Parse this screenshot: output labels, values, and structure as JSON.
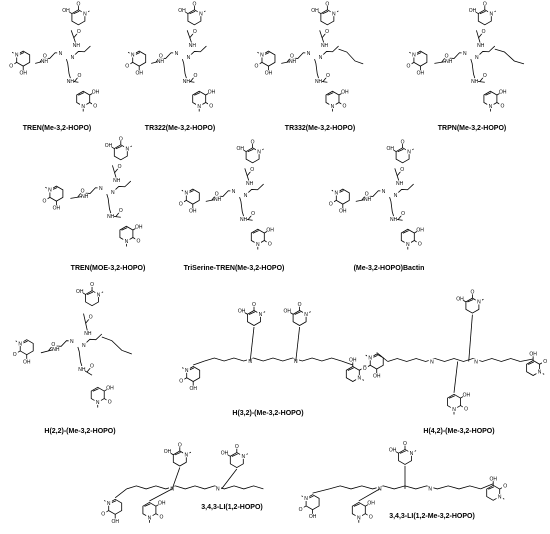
{
  "figure": {
    "compounds": [
      {
        "id": "c1",
        "name": "TREN(Me-3,2-HOPO)"
      },
      {
        "id": "c2",
        "name": "TR322(Me-3,2-HOPO)"
      },
      {
        "id": "c3",
        "name": "TR332(Me-3,2-HOPO)"
      },
      {
        "id": "c4",
        "name": "TRPN(Me-3,2-HOPO)"
      },
      {
        "id": "c5",
        "name": "TREN(MOE-3,2-HOPO)"
      },
      {
        "id": "c6",
        "name": "TriSerine-TREN(Me-3,2-HOPO)"
      },
      {
        "id": "c7",
        "name": "(Me-3,2-HOPO)Bactin"
      },
      {
        "id": "c8",
        "name": "H(2,2)-(Me-3,2-HOPO)"
      },
      {
        "id": "c9",
        "name": "H(3,2)-(Me-3,2-HOPO)"
      },
      {
        "id": "c10",
        "name": "H(4,2)-(Me-3,2-HOPO)"
      },
      {
        "id": "c11",
        "name": "3,4,3-LI(1,2-HOPO)"
      },
      {
        "id": "c12",
        "name": "3,4,3-LI(1,2-Me-3,2-HOPO)"
      }
    ],
    "atoms": {
      "n": "N",
      "nh": "NH",
      "hn": "HN",
      "h": "H",
      "o": "O",
      "oh": "OH",
      "ho": "HO"
    }
  }
}
